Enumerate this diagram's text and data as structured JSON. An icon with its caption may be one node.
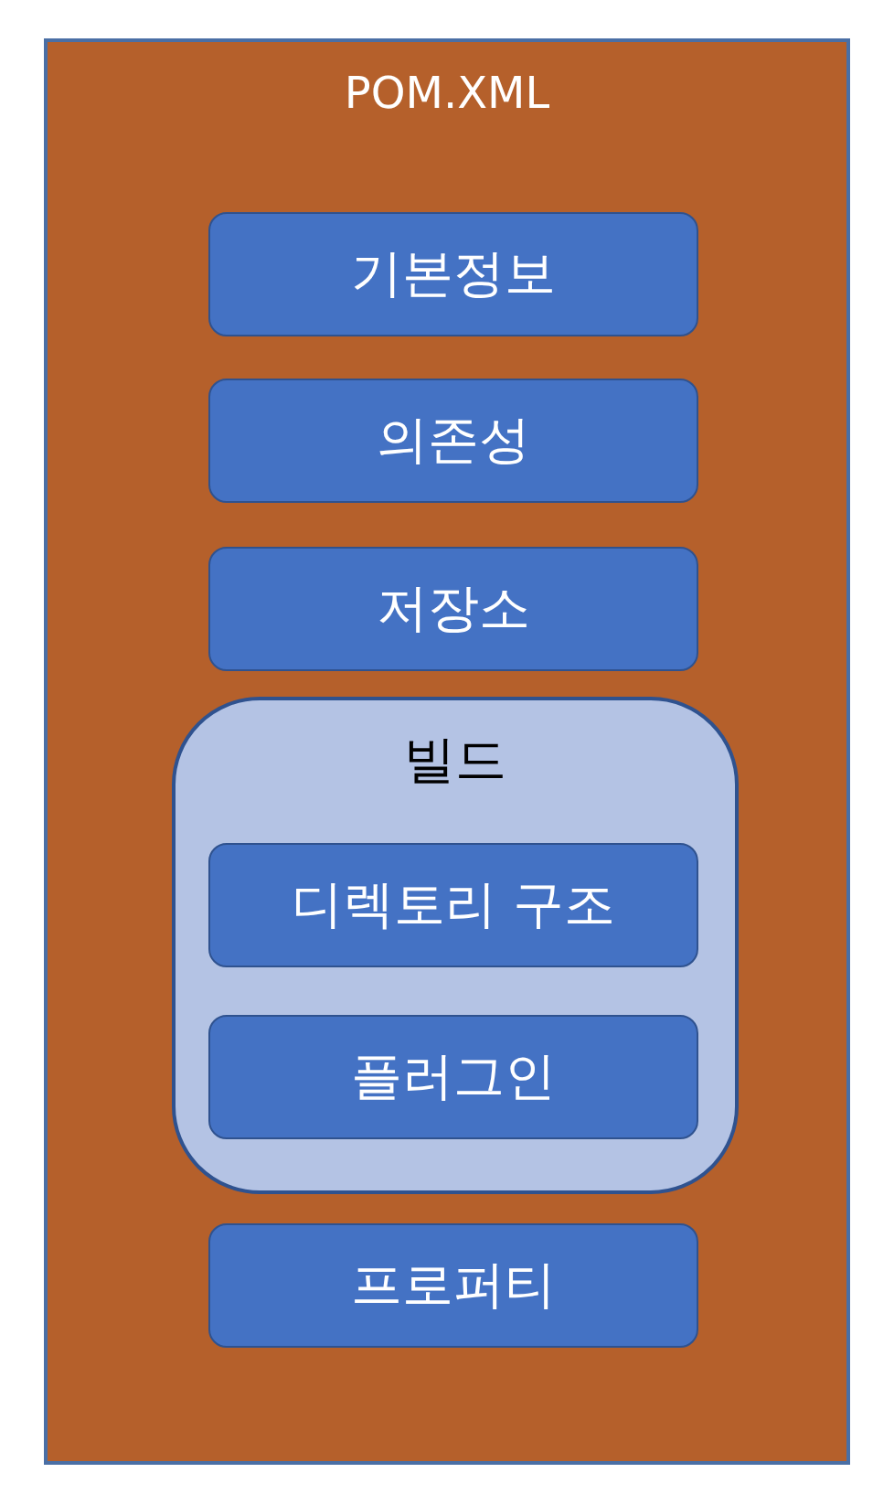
{
  "diagram": {
    "nodes": [
      {
        "text": [
          "POM.XML"
        ]
      },
      {
        "text": [
          "기본정보"
        ],
        "in": 0
      },
      {
        "text": [
          "의존성"
        ],
        "in": 0
      },
      {
        "text": [
          "저장소"
        ],
        "in": 0
      },
      {
        "text": [
          "빌드"
        ],
        "in": 0
      },
      {
        "text": [
          "디렉토리 구조"
        ],
        "in": 4
      },
      {
        "text": [
          "플러그인"
        ],
        "in": 4
      },
      {
        "text": [
          "프로퍼티"
        ],
        "in": 0
      }
    ]
  }
}
